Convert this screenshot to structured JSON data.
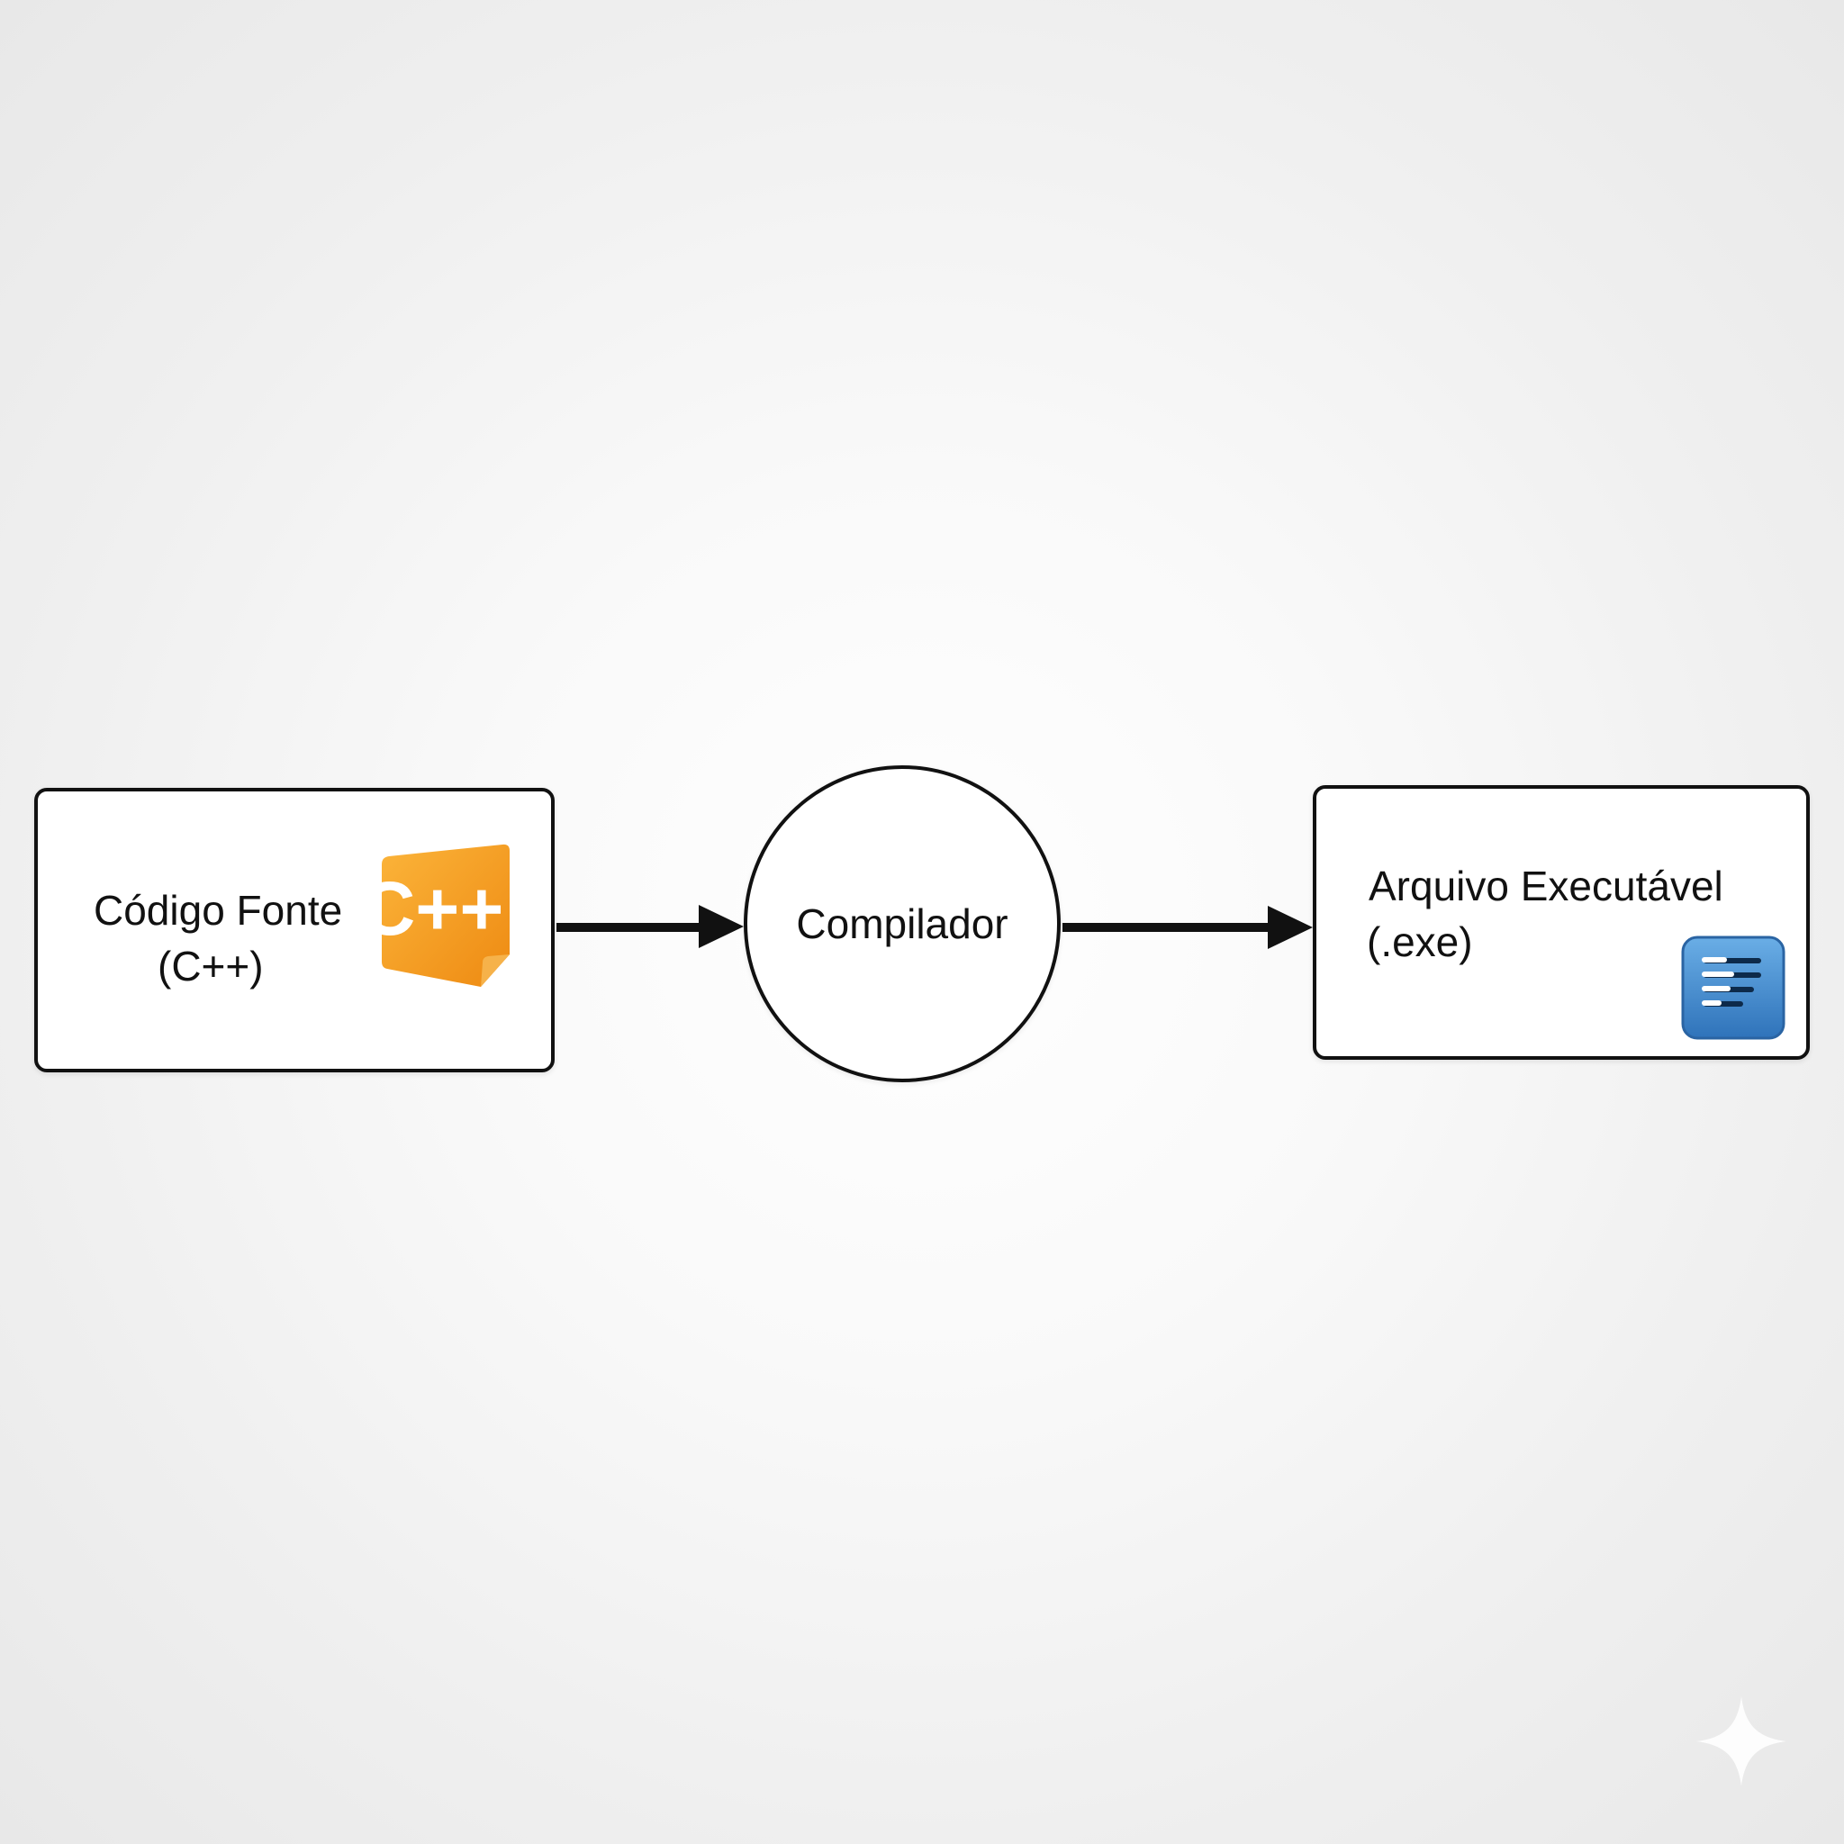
{
  "nodes": {
    "source": {
      "line1": "Código Fonte",
      "line2": "(C++)",
      "icon": "cpp-file-icon",
      "icon_text": "C++"
    },
    "compiler": {
      "label": "Compilador"
    },
    "executable": {
      "line1": "Arquivo Executável",
      "line2": "(.exe)",
      "icon": "document-lines-icon"
    }
  },
  "edges": [
    {
      "from": "source",
      "to": "compiler"
    },
    {
      "from": "compiler",
      "to": "executable"
    }
  ],
  "colors": {
    "cpp_icon": "#f39a1c",
    "exe_icon": "#4a8fd0",
    "stroke": "#111111"
  }
}
